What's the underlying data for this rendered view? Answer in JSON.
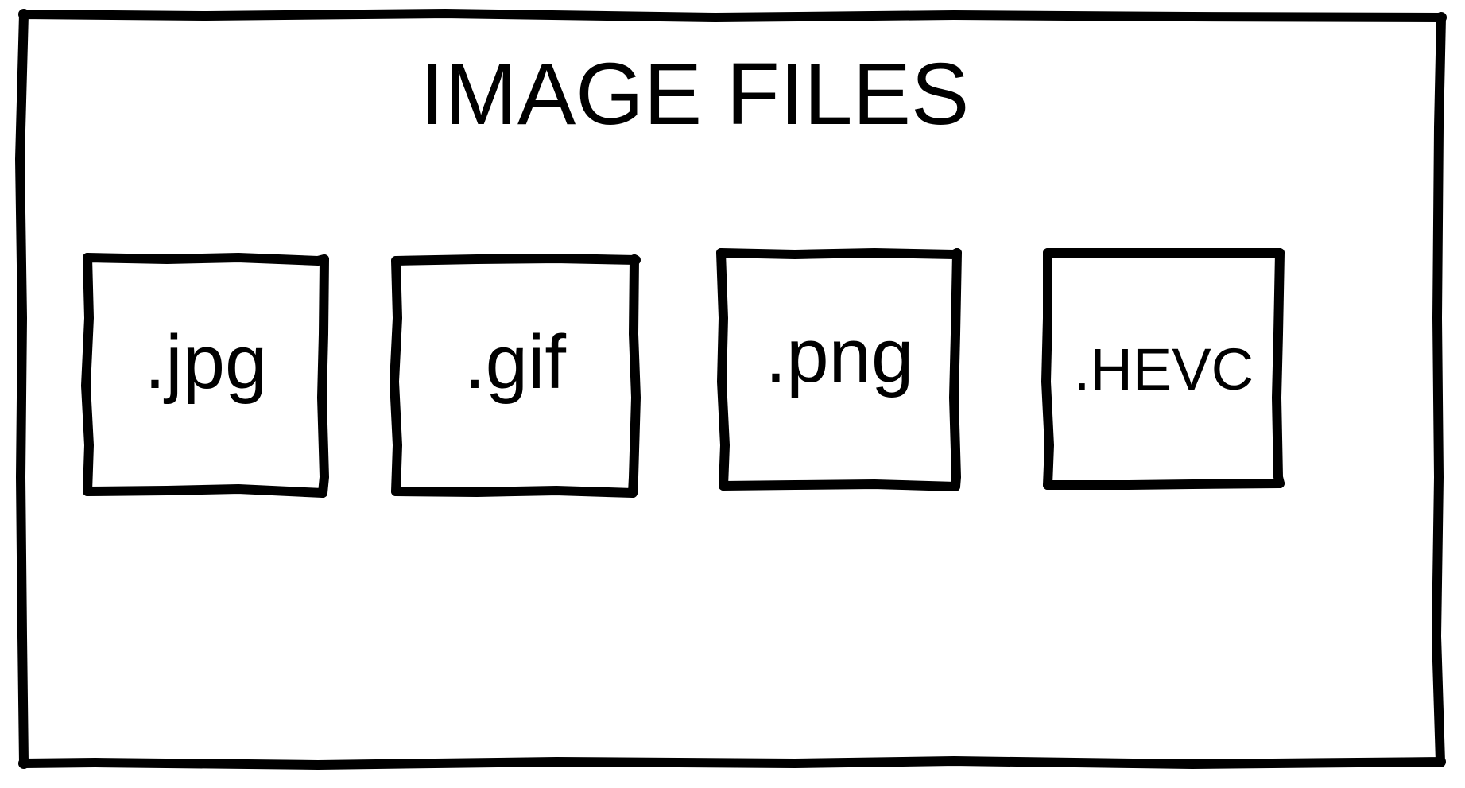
{
  "title": "IMAGE FILES",
  "file_types": [
    {
      "label": ".jpg"
    },
    {
      "label": ".gif"
    },
    {
      "label": ".png"
    },
    {
      "label": ".HEVC"
    }
  ],
  "colors": {
    "stroke": "#000000",
    "background": "#ffffff"
  }
}
